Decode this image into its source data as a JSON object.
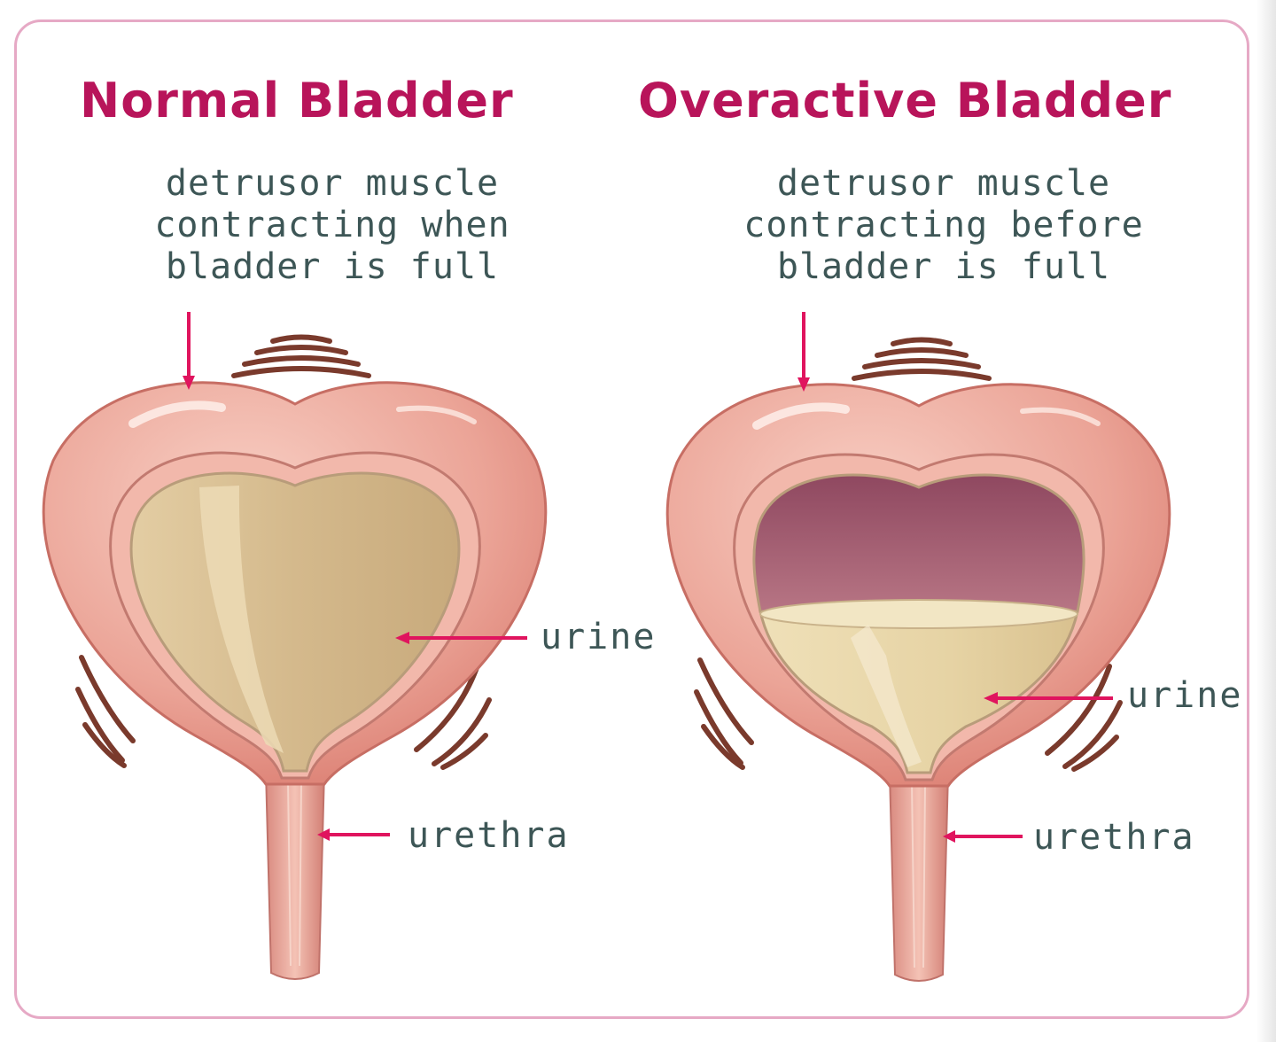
{
  "normal": {
    "title": "Normal Bladder",
    "description": [
      "detrusor muscle",
      "contracting when",
      "bladder is full"
    ],
    "urine_label": "urine",
    "urethra_label": "urethra",
    "urine_fill_fraction": 1.0
  },
  "overactive": {
    "title": "Overactive Bladder",
    "description": [
      "detrusor muscle",
      "contracting before",
      "bladder  is full"
    ],
    "urine_label": "urine",
    "urethra_label": "urethra",
    "urine_fill_fraction": 0.45
  },
  "colors": {
    "title": "#b8145a",
    "text": "#3d5656",
    "arrow": "#e0145e",
    "frame": "#e6a9c5",
    "tissue": "#e89a8f",
    "tissue_light": "#f6c0b4",
    "urine_normal": "#d6bd8f",
    "urine_overactive": "#e8d6a8",
    "empty_cavity": "#a25a6c",
    "motion_lines": "#7a3a2c"
  }
}
